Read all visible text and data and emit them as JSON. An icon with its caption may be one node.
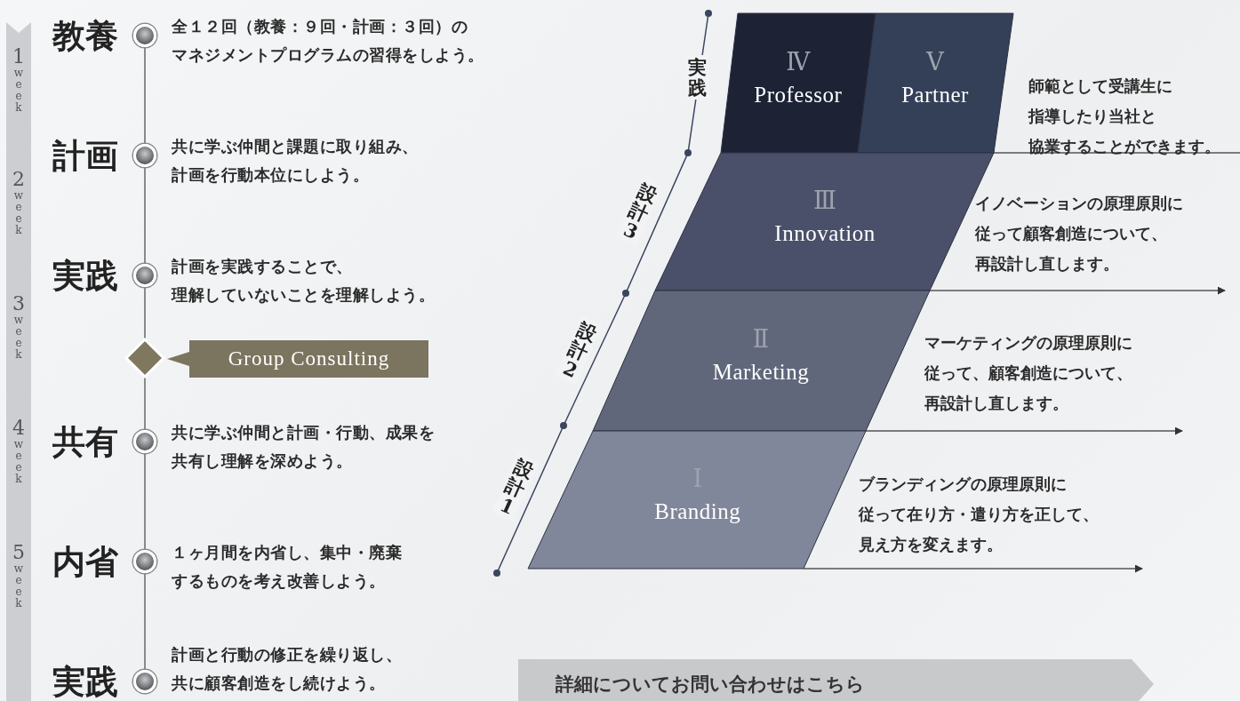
{
  "diagram": {
    "nodes": [
      {
        "text": [
          "1",
          "week"
        ]
      },
      {
        "text": [
          "2",
          "week"
        ]
      },
      {
        "text": [
          "3",
          "week"
        ]
      },
      {
        "text": [
          "4",
          "week"
        ]
      },
      {
        "text": [
          "5",
          "week"
        ]
      },
      {
        "text": [],
        "shape": "circle",
        "beside": [
          "教養",
          "全１２回（教養：９回・計画：３回）のマネジメントプログラムの習得をしよう。"
        ]
      },
      {
        "text": [],
        "shape": "circle",
        "beside": [
          "計画",
          "共に学ぶ仲間と課題に取り組み、計画を行動本位にしよう。"
        ]
      },
      {
        "text": [],
        "shape": "circle",
        "beside": [
          "実践",
          "計画を実践することで、理解していないことを理解しよう。"
        ]
      },
      {
        "text": [],
        "shape": "diamond"
      },
      {
        "text": [
          "Group Consulting"
        ]
      },
      {
        "text": [],
        "shape": "circle",
        "beside": [
          "共有",
          "共に学ぶ仲間と計画・行動、成果を共有し理解を深めよう。"
        ]
      },
      {
        "text": [],
        "shape": "circle",
        "beside": [
          "内省",
          "１ヶ月間を内省し、集中・廃棄するものを考え改善しよう。"
        ]
      },
      {
        "text": [],
        "shape": "circle",
        "beside": [
          "実践",
          "計画と行動の修正を繰り返し、共に顧客創造をし続けよう。"
        ]
      },
      {
        "text": [
          "Ⅳ",
          "Professor"
        ]
      },
      {
        "text": [
          "Ⅴ",
          "Partner"
        ],
        "beside": [
          "師範として受講生に指導したり当社と協業することができます。"
        ]
      },
      {
        "text": [
          "Ⅲ",
          "Innovation"
        ],
        "beside": [
          "イノベーションの原理原則に従って顧客創造について、再設計し直します。"
        ]
      },
      {
        "text": [
          "Ⅱ",
          "Marketing"
        ],
        "beside": [
          "マーケティングの原理原則に従って、顧客創造について、再設計し直します。"
        ]
      },
      {
        "text": [
          "Ⅰ",
          "Branding"
        ],
        "beside": [
          "ブランディングの原理原則に従って在り方・遣り方を正して、見え方を変えます。"
        ]
      },
      {
        "text": [
          "詳細についてお問い合わせはこちら"
        ]
      }
    ],
    "edges": [
      {
        "from": 5,
        "to": 6,
        "arrow": "none"
      },
      {
        "from": 6,
        "to": 7,
        "arrow": "none"
      },
      {
        "from": 7,
        "to": 8,
        "arrow": "none"
      },
      {
        "from": 8,
        "to": 10,
        "arrow": "none"
      },
      {
        "from": 10,
        "to": 11,
        "arrow": "none"
      },
      {
        "from": 11,
        "to": 12,
        "arrow": "none"
      },
      {
        "from": 14,
        "to": null,
        "arrow": "none"
      },
      {
        "from": 15,
        "to": null,
        "arrow": "to"
      },
      {
        "from": 16,
        "to": null,
        "arrow": "to"
      },
      {
        "from": 17,
        "to": null,
        "arrow": "to"
      }
    ],
    "labels": [
      "実践",
      "設計3",
      "設計2",
      "設計1"
    ]
  }
}
